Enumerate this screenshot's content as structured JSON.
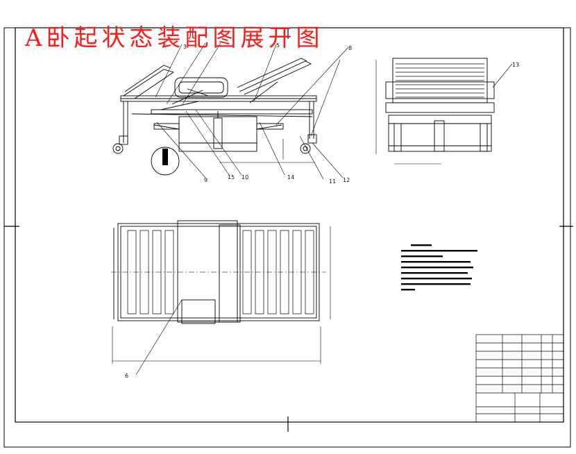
{
  "title": "A卧起状态装配图展开图",
  "callouts": {
    "c3": "3",
    "c5": "5",
    "c8": "8",
    "c13": "13",
    "c9": "9",
    "c15": "15",
    "c10": "10",
    "c14": "14",
    "c11": "11",
    "c12": "12",
    "c6": "6"
  }
}
